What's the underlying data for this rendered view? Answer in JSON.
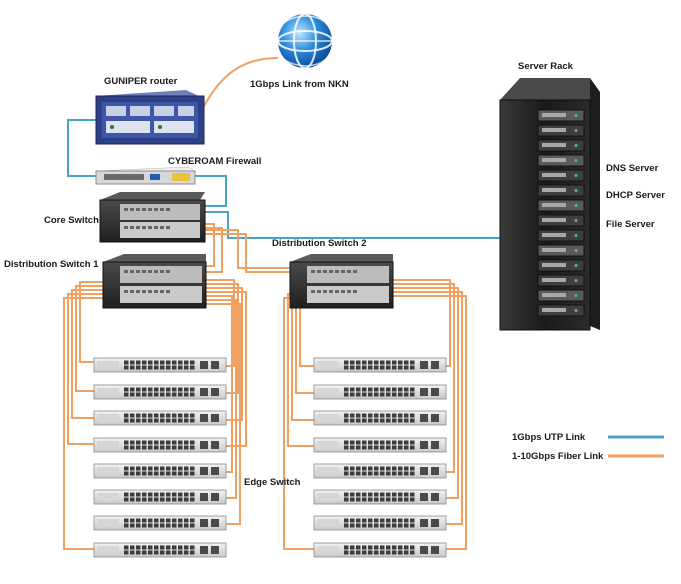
{
  "labels": {
    "router": "GUNIPER router",
    "nkn_link": "1Gbps Link from NKN",
    "firewall": "CYBEROAM Firewall",
    "core_switch": "Core Switch",
    "dist_switch_1": "Distribution Switch 1",
    "dist_switch_2": "Distribution Switch 2",
    "edge_switch": "Edge Switch",
    "server_rack": "Server Rack",
    "dns_server": "DNS Server",
    "dhcp_server": "DHCP Server",
    "file_server": "File Server"
  },
  "legend": {
    "items": [
      {
        "label": "1Gbps UTP Link",
        "color": "#4aa3c7",
        "icon": "utp-line"
      },
      {
        "label": "1-10Gbps Fiber Link",
        "color": "#f0a060",
        "icon": "fiber-line"
      }
    ]
  },
  "colors": {
    "utp": "#4aa3c7",
    "fiber": "#f0a060",
    "device_dark": "#2e2e2e",
    "device_light": "#e3e3e3",
    "router_blue": "#2d3f86"
  },
  "icons": [
    "globe-icon",
    "router-icon",
    "firewall-icon",
    "switch-icon",
    "server-rack-icon"
  ],
  "edge_switch_count": {
    "group_1": 8,
    "group_2": 8
  }
}
